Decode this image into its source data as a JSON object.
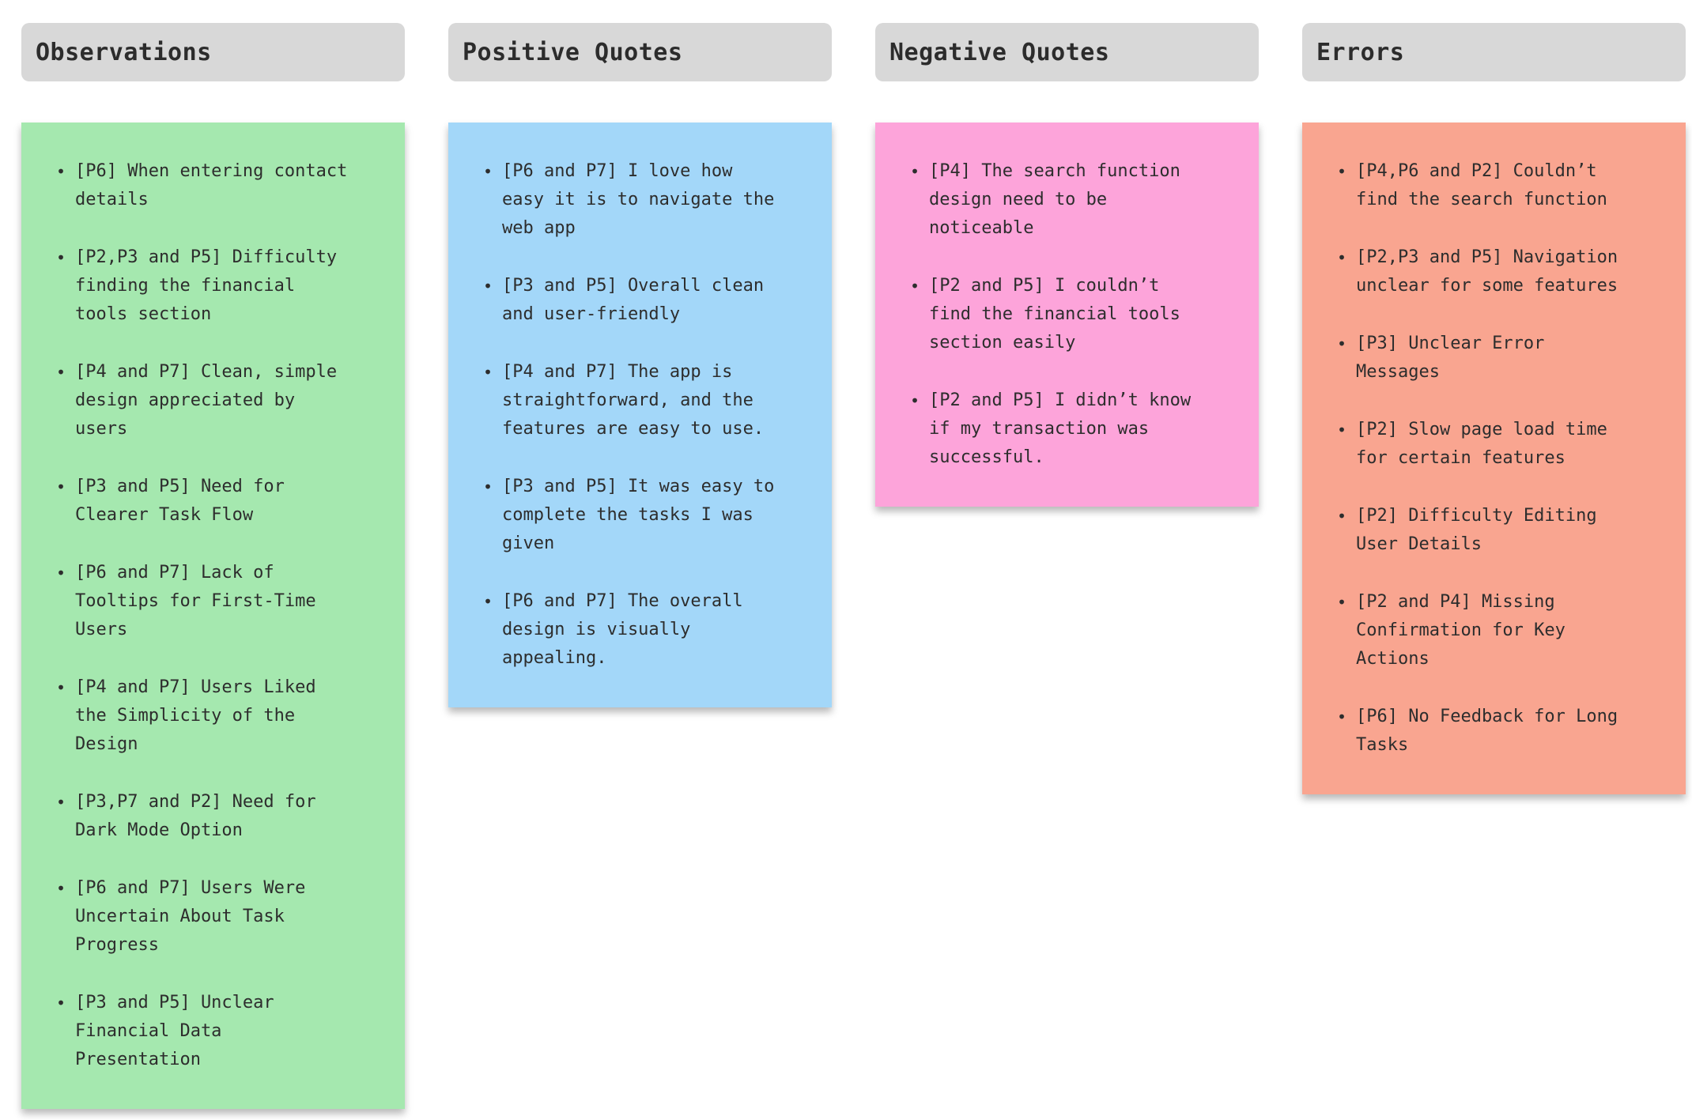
{
  "board": {
    "header_bg": "#d8d8d8",
    "text_color": "#2d2d2d"
  },
  "columns": [
    {
      "title": "Observations",
      "color": "#a5e8af",
      "items": [
        "[P6] When entering contact details",
        "[P2,P3 and P5] Difficulty finding the financial tools section",
        "[P4 and P7] Clean, simple design appreciated by users",
        "[P3 and P5] Need for Clearer Task Flow",
        "[P6 and P7] Lack of Tooltips for First-Time Users",
        "[P4 and P7] Users Liked the Simplicity of the Design",
        "[P3,P7 and P2] Need for Dark Mode Option",
        "[P6 and P7] Users Were Uncertain About Task Progress",
        "[P3 and P5] Unclear Financial Data Presentation"
      ]
    },
    {
      "title": "Positive Quotes",
      "color": "#a3d7f9",
      "items": [
        "[P6 and P7] I love how easy it is to navigate the web app",
        "[P3 and P5] Overall clean and user-friendly",
        "[P4 and P7] The app is straightforward, and the features are easy to use.",
        "[P3 and P5] It was easy to complete the tasks I was given",
        "[P6 and P7] The overall design is visually appealing."
      ]
    },
    {
      "title": "Negative Quotes",
      "color": "#fda4da",
      "items": [
        "[P4] The search function design need to be noticeable",
        "[P2 and P5] I couldn’t find the financial tools section easily",
        "[P2 and P5] I didn’t know if my transaction was successful."
      ]
    },
    {
      "title": "Errors",
      "color": "#f9a590",
      "items": [
        "[P4,P6 and P2] Couldn’t find the search function",
        "[P2,P3 and P5] Navigation unclear for some features",
        "[P3] Unclear Error Messages",
        "[P2] Slow page load time for certain features",
        "[P2] Difficulty Editing User Details",
        "[P2 and P4] Missing Confirmation for Key Actions",
        "[P6] No Feedback for Long Tasks"
      ]
    }
  ]
}
